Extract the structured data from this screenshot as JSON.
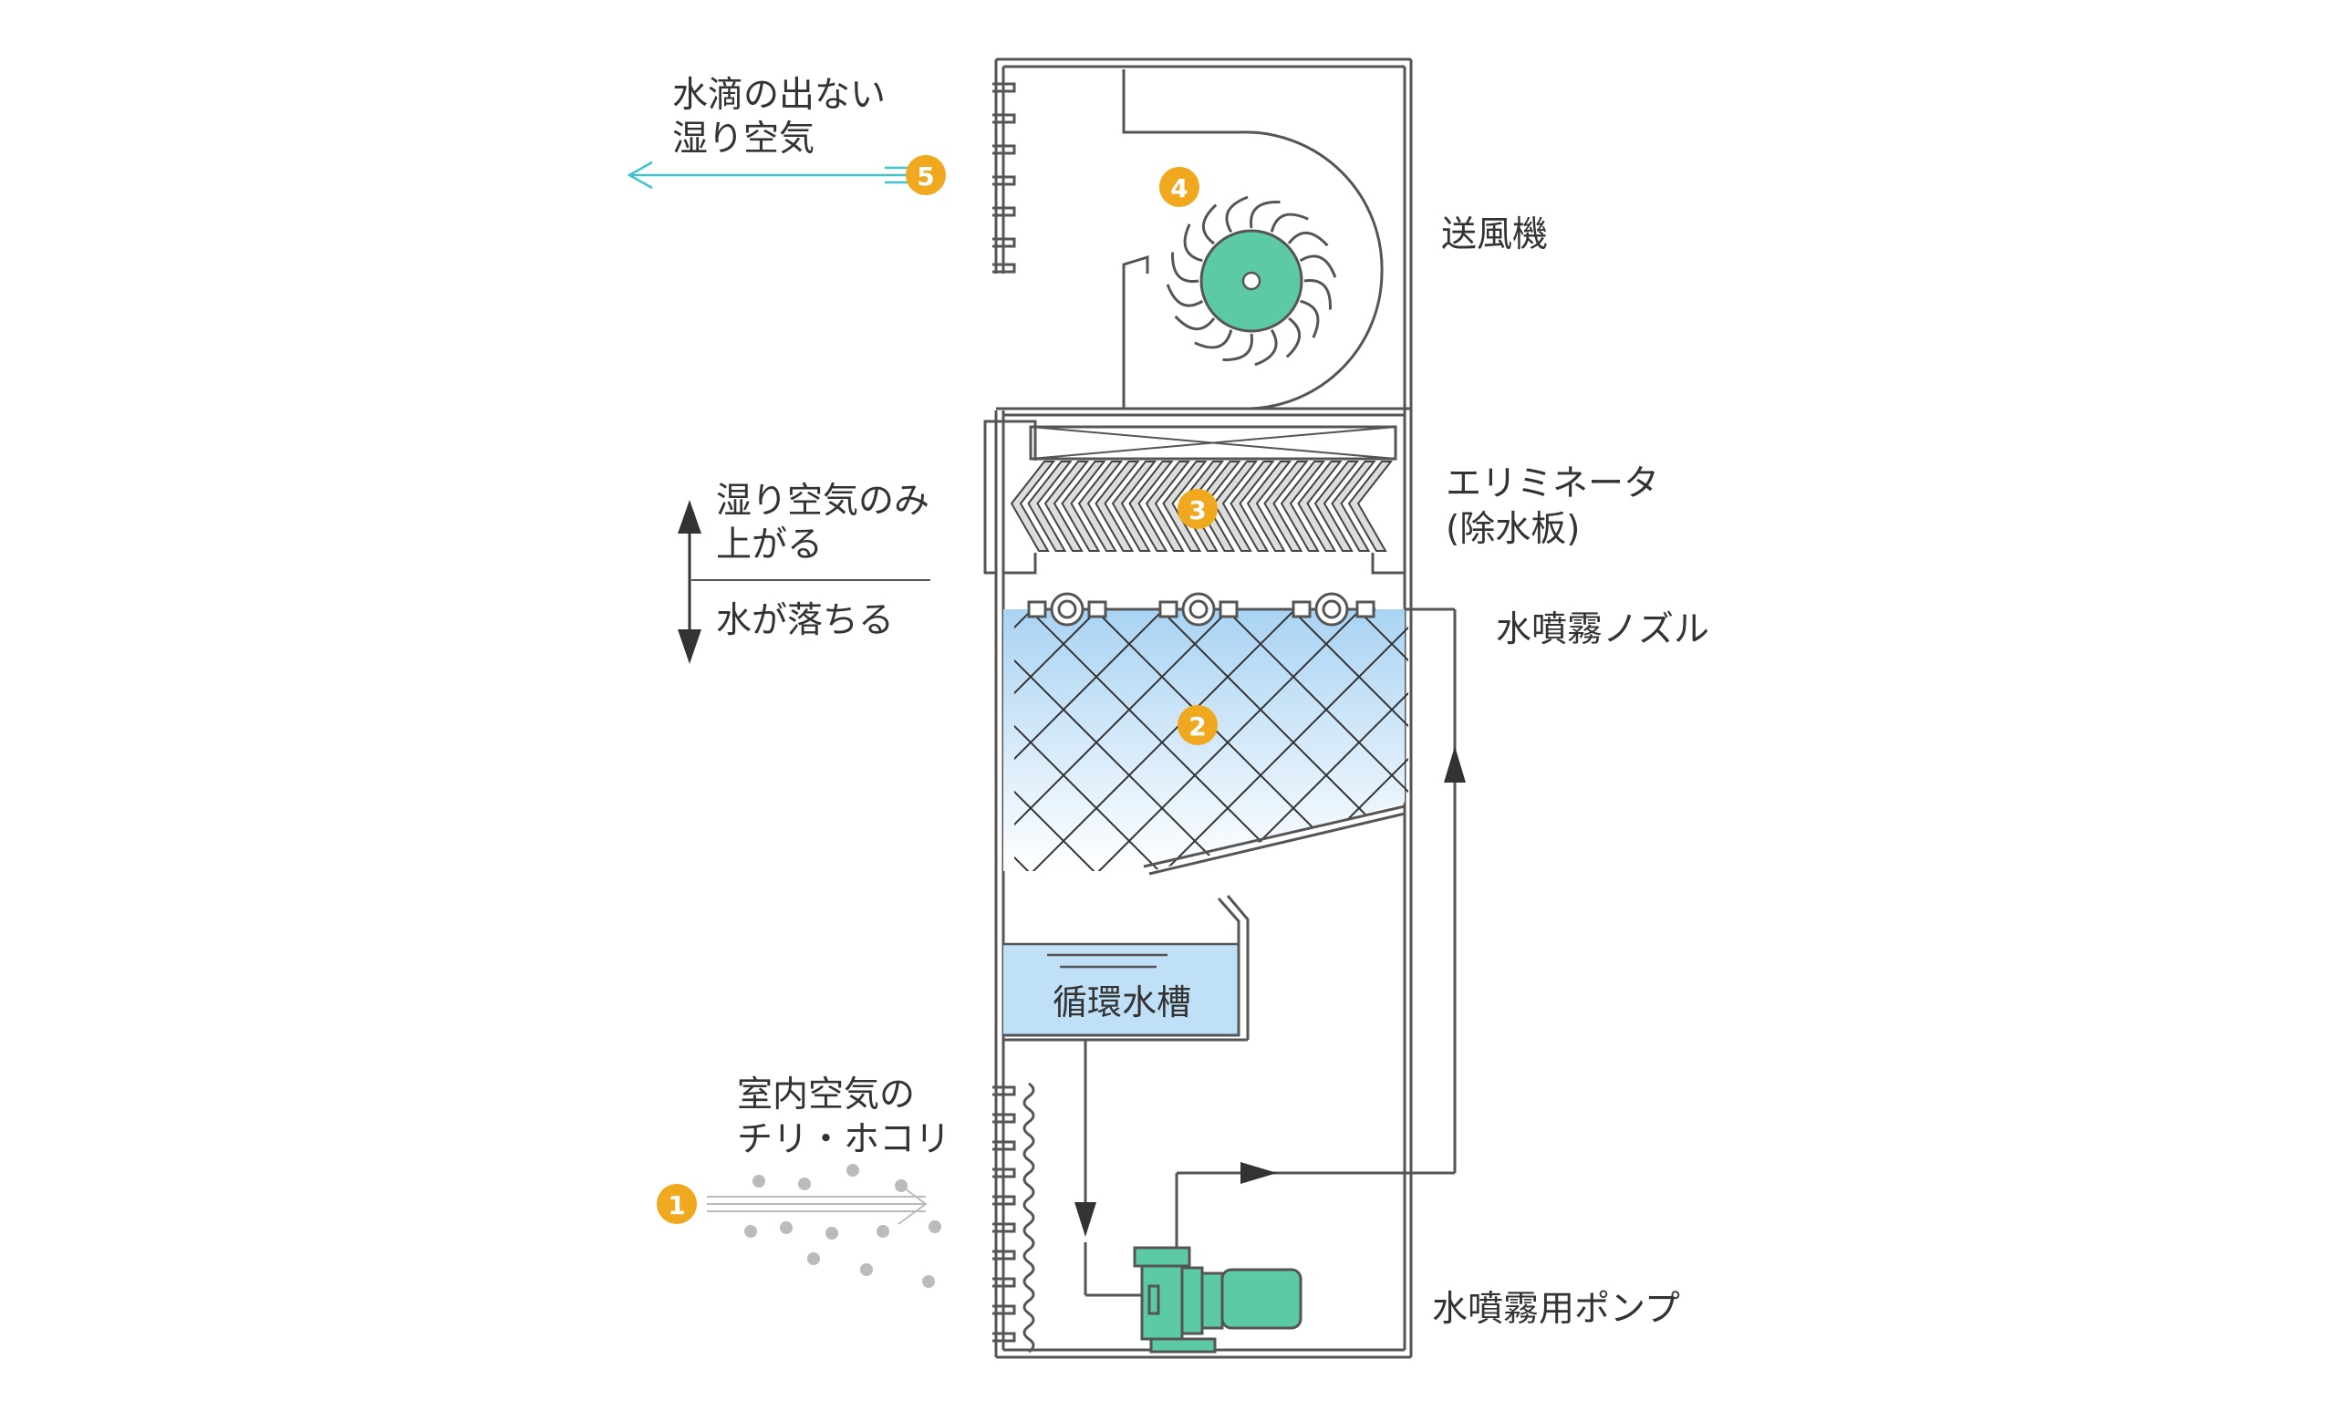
{
  "labels": {
    "outlet_line1": "水滴の出ない",
    "outlet_line2": "湿り空気",
    "blower": "送風機",
    "eliminator_line1": "エリミネータ",
    "eliminator_line2": "(除水板)",
    "rise_line1": "湿り空気のみ",
    "rise_line2": "上がる",
    "fall": "水が落ちる",
    "nozzle": "水噴霧ノズル",
    "tank": "循環水槽",
    "inlet_line1": "室内空気の",
    "inlet_line2": "チリ・ホコリ",
    "pump": "水噴霧用ポンプ"
  },
  "steps": [
    "1",
    "2",
    "3",
    "4",
    "5"
  ],
  "colors": {
    "frame": "#555555",
    "accent_orange": "#f0a91e",
    "fan_green": "#5cc9a7",
    "water_blue": "#bfe0f6",
    "arrow_cyan": "#3ec3cf",
    "dust_gray": "#bbbbbb",
    "text": "#333333"
  }
}
